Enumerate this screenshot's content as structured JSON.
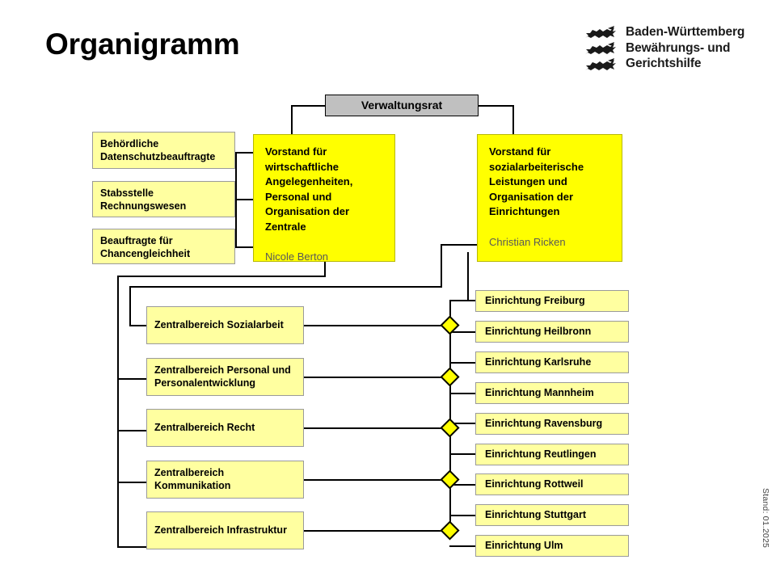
{
  "page": {
    "title": "Organigramm",
    "stand": "Stand: 01.2025"
  },
  "logo": {
    "line1": "Baden-Württemberg",
    "line2": "Bewährungs- und",
    "line3": "Gerichtshilfe",
    "crest_icon": "lion-crest-icon"
  },
  "colors": {
    "board_yellow": "#ffff00",
    "unit_yellow": "#ffffa0",
    "council_gray": "#c0c0c0",
    "line_black": "#000000",
    "person_gray": "#595959"
  },
  "council": {
    "label": "Verwaltungsrat"
  },
  "boards": [
    {
      "title": "Vorstand für wirtschaftliche Angelegenheiten, Personal und Organisation der Zentrale",
      "person": "Nicole Berton"
    },
    {
      "title": "Vorstand für sozialarbeiterische Leistungen und Organisation der Einrichtungen",
      "person": "Christian Ricken"
    }
  ],
  "staff_units": [
    {
      "label": "Behördliche Datenschutzbeauftragte"
    },
    {
      "label": "Stabsstelle Rechnungswesen"
    },
    {
      "label": "Beauftragte für Chancengleichheit"
    }
  ],
  "central_units": [
    {
      "label": "Zentralbereich Sozialarbeit"
    },
    {
      "label": "Zentralbereich Personal und Personalentwicklung"
    },
    {
      "label": "Zentralbereich Recht"
    },
    {
      "label": "Zentralbereich Kommunikation"
    },
    {
      "label": "Zentralbereich Infrastruktur"
    }
  ],
  "facilities": [
    {
      "label": "Einrichtung Freiburg"
    },
    {
      "label": "Einrichtung Heilbronn"
    },
    {
      "label": "Einrichtung Karlsruhe"
    },
    {
      "label": "Einrichtung Mannheim"
    },
    {
      "label": "Einrichtung Ravensburg"
    },
    {
      "label": "Einrichtung Reutlingen"
    },
    {
      "label": "Einrichtung Rottweil"
    },
    {
      "label": "Einrichtung Stuttgart"
    },
    {
      "label": "Einrichtung Ulm"
    }
  ]
}
